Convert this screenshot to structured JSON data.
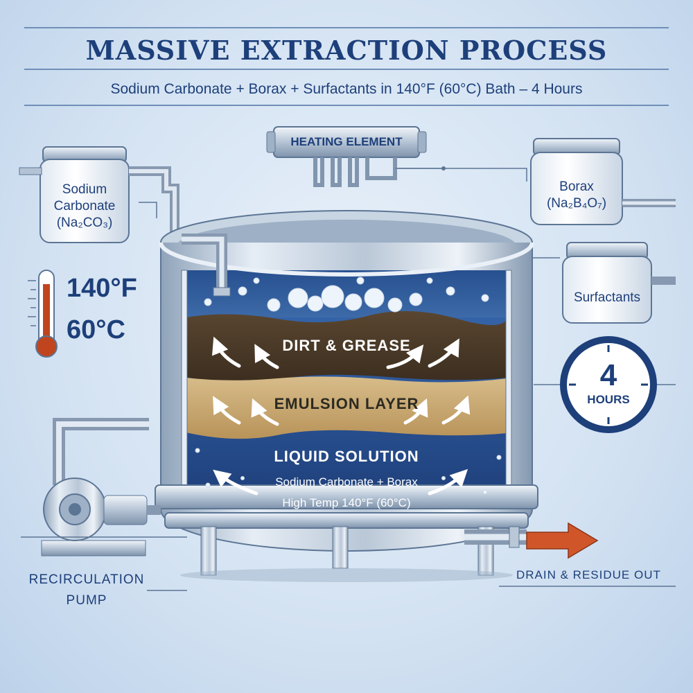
{
  "title": "MASSIVE EXTRACTION PROCESS",
  "subtitle": "Sodium Carbonate + Borax + Surfactants in 140°F (60°C) Bath – 4 Hours",
  "heating_element": {
    "label": "HEATING ELEMENT"
  },
  "containers": {
    "sodium_carbonate": {
      "line1": "Sodium",
      "line2": "Carbonate",
      "formula": "(Na₂CO₃)"
    },
    "borax": {
      "name": "Borax",
      "formula": "(Na₂B₄O₇)"
    },
    "surfactants": {
      "name": "Surfactants"
    }
  },
  "temperature": {
    "fahrenheit": "140°F",
    "celsius": "60°C"
  },
  "layers": {
    "dirt": "DIRT & GREASE",
    "emulsion": "EMULSION LAYER",
    "liquid": "LIQUID SOLUTION",
    "liquid_detail_1": "Sodium Carbonate + Borax",
    "liquid_detail_2": "High Temp 140°F (60°C)"
  },
  "timer": {
    "value": "4",
    "unit": "HOURS"
  },
  "pump": {
    "line1": "RECIRCULATION",
    "line2": "PUMP"
  },
  "drain": {
    "label": "DRAIN & RESIDUE OUT"
  },
  "colors": {
    "navy": "#1d3f7a",
    "steel": "#b7c6d6",
    "liquid": "#2e5a9e",
    "dirt": "#4a3a2a",
    "emulsion": "#c4a16a",
    "thermometer_red": "#c0451e",
    "drain_arrow": "#d0562a"
  }
}
